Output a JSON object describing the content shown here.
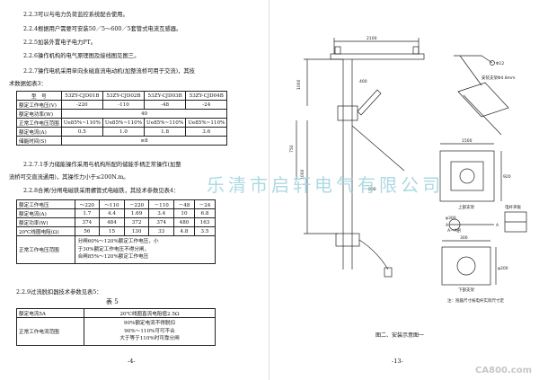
{
  "left": {
    "lines": [
      "2.2.3可以与电力负荷监控系统配合使用。",
      "2.2.4根据用户需要可安装50／5～600／5套管式电流互感器。",
      "2.2.5加装外置电子电力PT。",
      "2.2.6操作机构的电气原理图及接线图见图三。",
      "2.2.7操作电机采用单向永磁直流电动机(加整流桥可用于交流)，其技",
      "术数据如表3："
    ],
    "table3": {
      "header": [
        "型　号",
        "53ZY-CJD01B",
        "53ZY-CJD02B",
        "53ZY-CJD03B",
        "53ZY-CJD04B"
      ],
      "rows": [
        {
          "label": "额定工作电压(V)",
          "cells": [
            "-220",
            "-110",
            "-48",
            "-24"
          ]
        },
        {
          "label": "额定电功率(W)",
          "span": "40"
        },
        {
          "label": "正常工作电压范围",
          "cells": [
            "Ue85%~110%",
            "Ue85%~110%",
            "Ue85%~110%",
            "Ue85%~110%"
          ]
        },
        {
          "label": "额定电流(A)",
          "cells": [
            "0.5",
            "1.0",
            "1.8",
            "3.6"
          ]
        },
        {
          "label": "储能时间(S)",
          "span": "≤8"
        }
      ]
    },
    "lines2": [
      "2.2.7.1手力储能操作采用与机构所配的储能手柄正常操作(加整",
      "流桥可交直流通用)，其操作力小于≤200N.m。",
      "2.2.8合闸/分闸电磁铁采用螺管式电磁铁，其技术参数见表4："
    ],
    "table4": {
      "header": [
        "额定工作电压",
        "～220",
        "～110",
        "－220",
        "－110",
        "－48",
        "－24"
      ],
      "rows": [
        {
          "label": "额定电流(A)",
          "cells": [
            "1.7",
            "4.4",
            "1.69",
            "3.4",
            "10",
            "6.8"
          ]
        },
        {
          "label": "额定功率(W)",
          "cells": [
            "374",
            "484",
            "372",
            "374",
            "480",
            "163"
          ]
        },
        {
          "label": "20℃线圈电阻(Ω)",
          "cells": [
            "56",
            "15",
            "130",
            "33",
            "4.8",
            "3.5"
          ]
        }
      ],
      "range_label": "正常工作电压范围",
      "range_lines": [
        "分闸60%～120%额定工作电压，小",
        "于30%额定工作电压不得分闸，",
        "合闸85%～120%额定工作电压"
      ]
    },
    "line3": "2.2.9过流脱扣器技术参数见表5：",
    "table5_title": "表 5",
    "table5": {
      "row1": [
        "额定电流5A",
        "20℃线圈直流电阻值2.5Ω"
      ],
      "row2_label": "正常工作电流范围",
      "row2_lines": [
        "90%额定电流不得脱扣",
        "90%～110%可可不合",
        "大于等于110%时可靠分闸"
      ]
    },
    "page_number": "-4-"
  },
  "right": {
    "dims": {
      "d2100": "2100",
      "d1000a": "1000",
      "d750": "750",
      "d1000b": "1000",
      "d400": "400",
      "d800": "800",
      "d1500": "1500",
      "d920": "920",
      "d300": "300",
      "dphi": "φ200",
      "dphi2": "φ300"
    },
    "labels": {
      "bracket": "安装支架Φ4.8mm",
      "bolt": "Φ12",
      "upper": "上部支架",
      "lower": "下部支架",
      "mount": "电杆夹板",
      "note": "注：抱箍尺寸按电杆实际尺寸定",
      "section": "A—A剖",
      "sec_a": "A",
      "sec_b": "A"
    },
    "caption": "图二、安装示意图一",
    "page_number": "-13-"
  },
  "watermark": "乐清市启轩电气有限公司",
  "corner_logo": "CA800.com"
}
